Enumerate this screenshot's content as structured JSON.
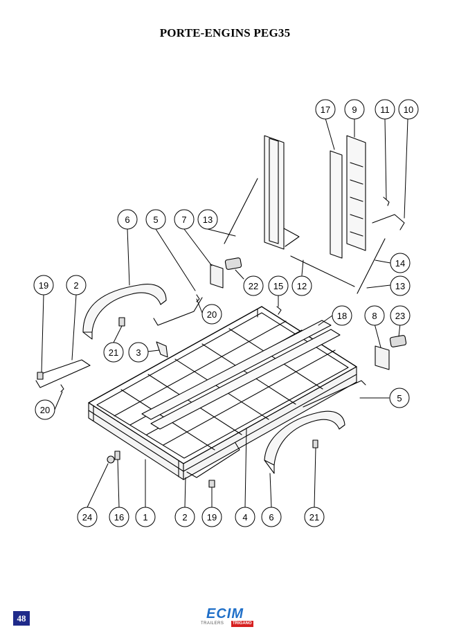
{
  "page": {
    "title": "PORTE-ENGINS PEG35",
    "page_number": "48"
  },
  "logo": {
    "word": "ECIM",
    "sub": "TRAILERS",
    "brand": "TRIGANO"
  },
  "callouts": [
    {
      "id": "c17",
      "label": "17"
    },
    {
      "id": "c9",
      "label": "9"
    },
    {
      "id": "c11",
      "label": "11"
    },
    {
      "id": "c10",
      "label": "10"
    },
    {
      "id": "c6a",
      "label": "6"
    },
    {
      "id": "c5a",
      "label": "5"
    },
    {
      "id": "c7",
      "label": "7"
    },
    {
      "id": "c13a",
      "label": "13"
    },
    {
      "id": "c14",
      "label": "14"
    },
    {
      "id": "c19a",
      "label": "19"
    },
    {
      "id": "c2a",
      "label": "2"
    },
    {
      "id": "c22",
      "label": "22"
    },
    {
      "id": "c15",
      "label": "15"
    },
    {
      "id": "c12",
      "label": "12"
    },
    {
      "id": "c13b",
      "label": "13"
    },
    {
      "id": "c20a",
      "label": "20"
    },
    {
      "id": "c18",
      "label": "18"
    },
    {
      "id": "c8",
      "label": "8"
    },
    {
      "id": "c23",
      "label": "23"
    },
    {
      "id": "c21a",
      "label": "21"
    },
    {
      "id": "c3",
      "label": "3"
    },
    {
      "id": "c5b",
      "label": "5"
    },
    {
      "id": "c20b",
      "label": "20"
    },
    {
      "id": "c24",
      "label": "24"
    },
    {
      "id": "c16",
      "label": "16"
    },
    {
      "id": "c1",
      "label": "1"
    },
    {
      "id": "c2b",
      "label": "2"
    },
    {
      "id": "c19b",
      "label": "19"
    },
    {
      "id": "c4",
      "label": "4"
    },
    {
      "id": "c6b",
      "label": "6"
    },
    {
      "id": "c21b",
      "label": "21"
    }
  ]
}
